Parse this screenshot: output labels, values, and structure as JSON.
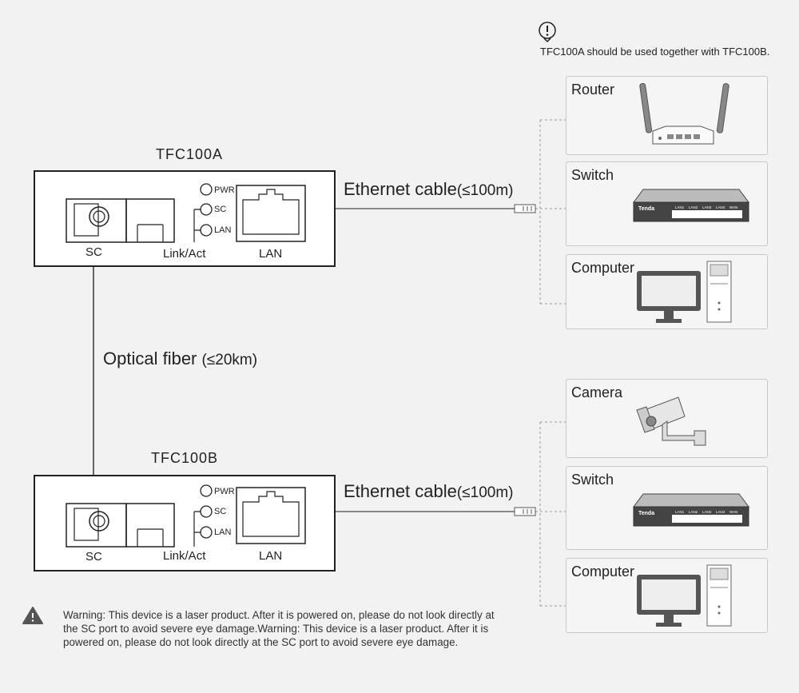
{
  "note": {
    "text": "TFC100A should be used together with TFC100B.",
    "icon": "info-exclamation-icon"
  },
  "device_a": {
    "title": "TFC100A",
    "sc_label": "SC",
    "link_label": "Link/Act",
    "lan_label": "LAN",
    "leds": [
      "PWR",
      "SC",
      "LAN"
    ]
  },
  "device_b": {
    "title": "TFC100B",
    "sc_label": "SC",
    "link_label": "Link/Act",
    "lan_label": "LAN",
    "leds": [
      "PWR",
      "SC",
      "LAN"
    ]
  },
  "cable_top": {
    "label": "Ethernet cable",
    "range": "(≤100m)"
  },
  "cable_bottom": {
    "label": "Ethernet cable",
    "range": "(≤100m)"
  },
  "fiber": {
    "label": "Optical fiber",
    "range": "(≤20km)"
  },
  "panels_top": [
    {
      "title": "Router",
      "icon": "router-icon"
    },
    {
      "title": "Switch",
      "icon": "switch-icon"
    },
    {
      "title": "Computer",
      "icon": "computer-icon"
    }
  ],
  "panels_bottom": [
    {
      "title": "Camera",
      "icon": "camera-icon"
    },
    {
      "title": "Switch",
      "icon": "switch-icon"
    },
    {
      "title": "Computer",
      "icon": "computer-icon"
    }
  ],
  "switch_brand": "Tenda",
  "switch_ports": [
    "LAN1",
    "LAN2",
    "LAN3",
    "LAN4",
    "WAN"
  ],
  "warning": {
    "icon": "warning-triangle-icon",
    "text": "Warning: This device is a laser product. After it is powered on, please do not look directly at the SC port to avoid severe eye damage.Warning: This device is a laser product. After it is powered on, please do not look directly at the SC port to avoid severe eye damage."
  }
}
